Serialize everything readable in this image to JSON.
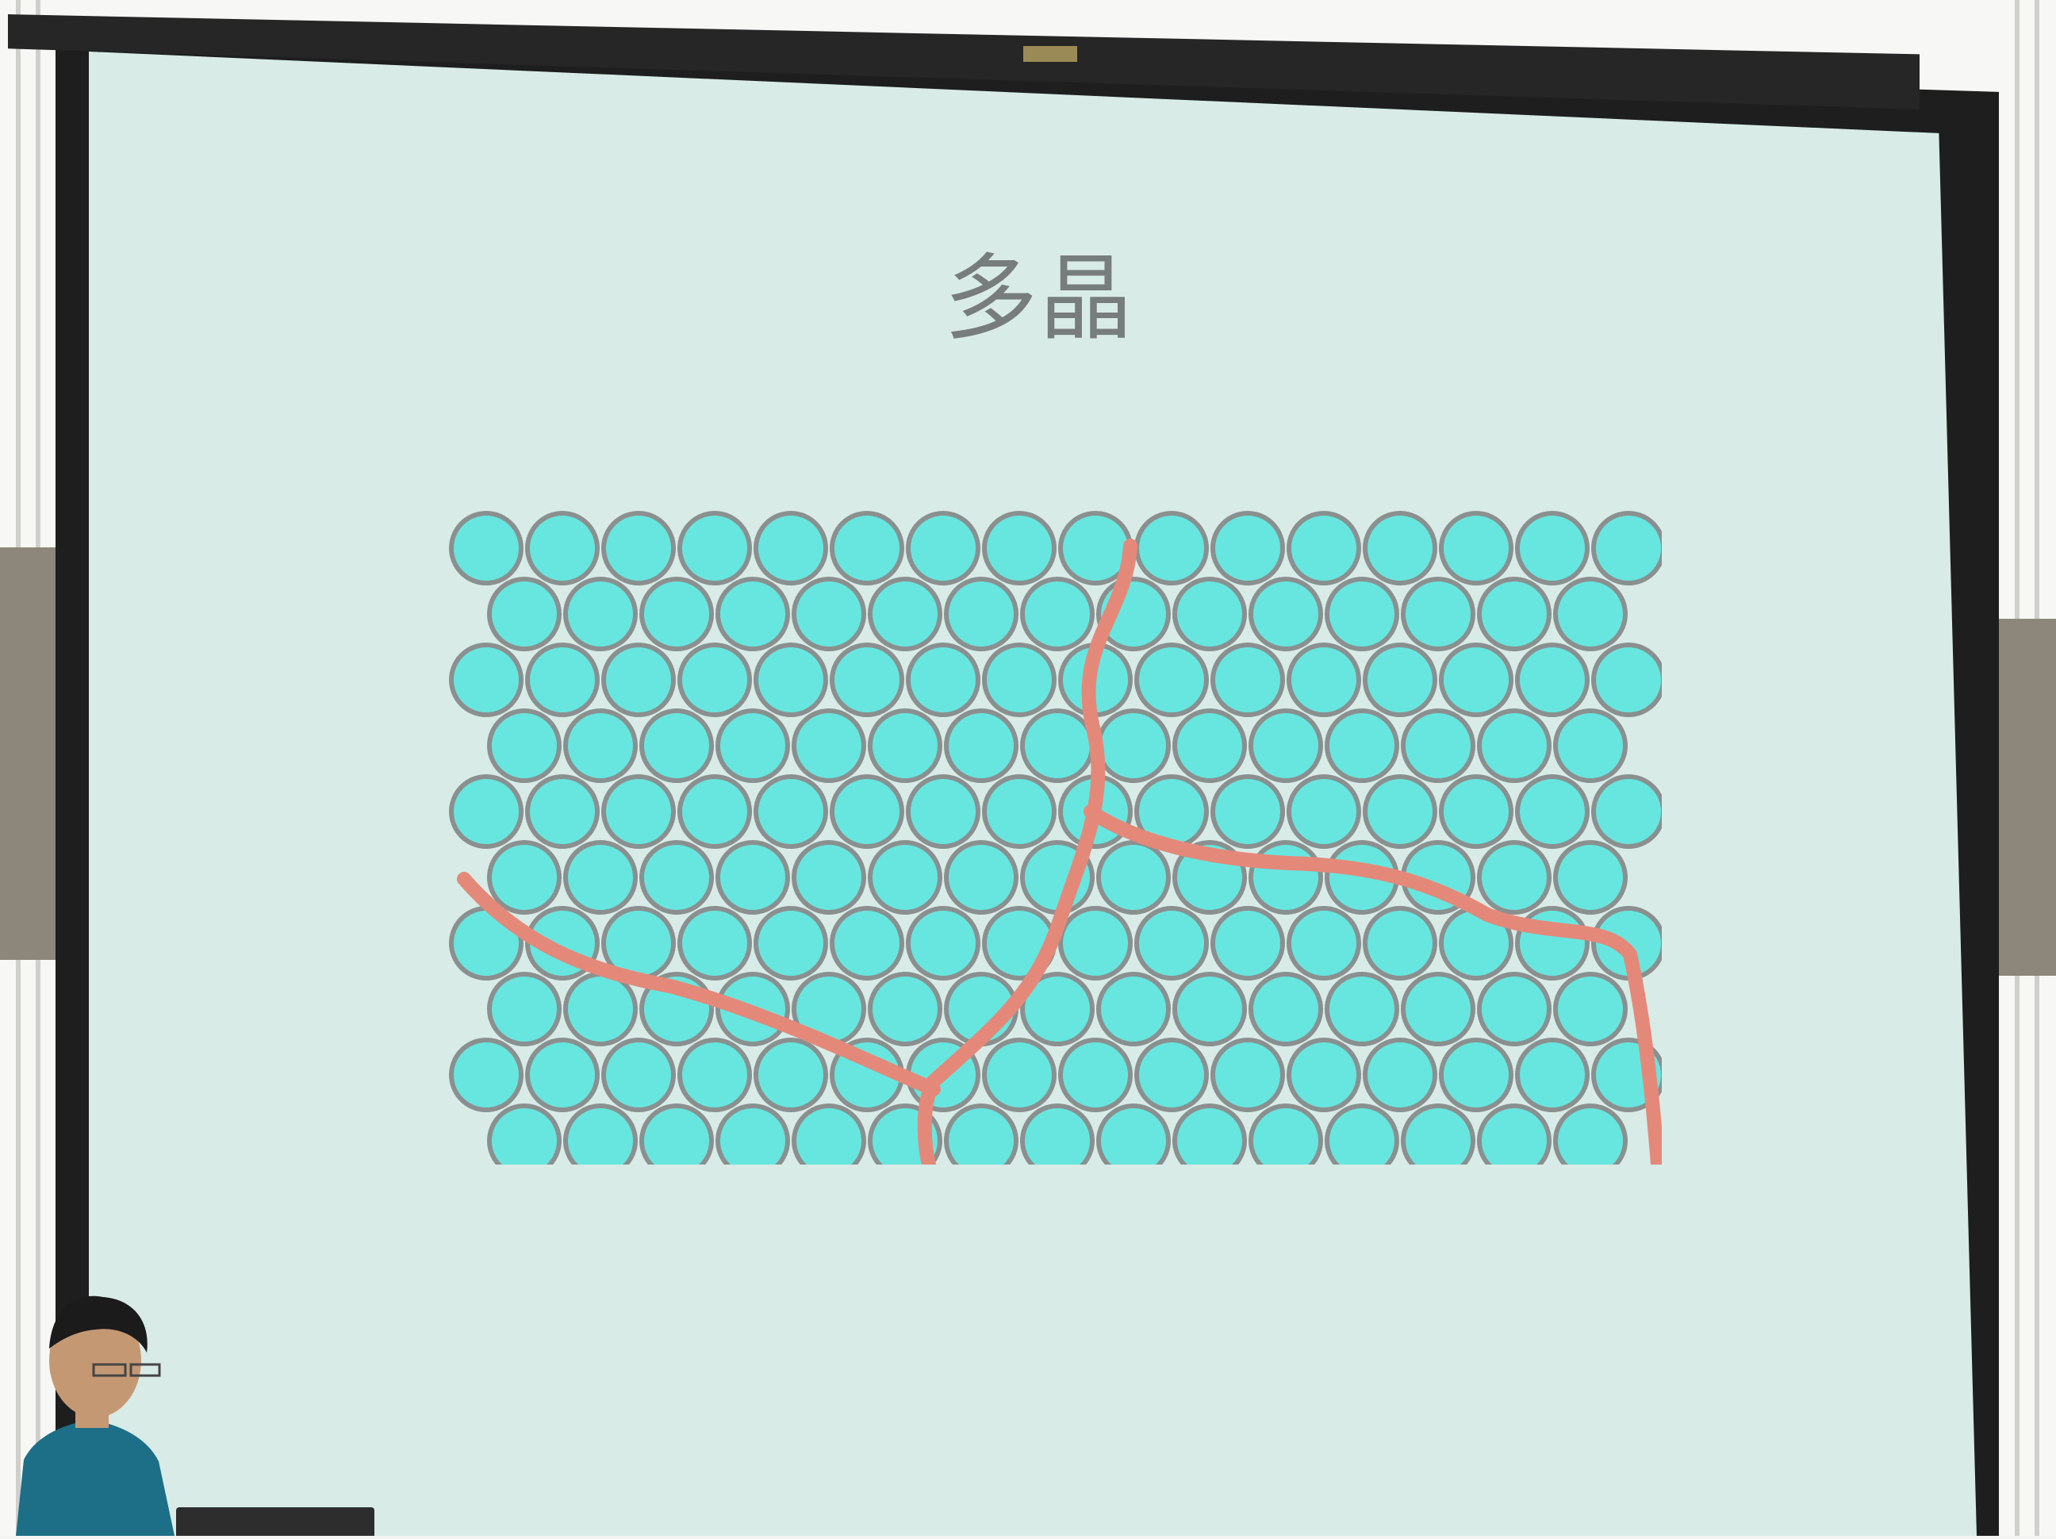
{
  "slide": {
    "title": "多晶",
    "diagram": {
      "description_type": "polycrystal-grain-diagram",
      "grain_fill_color": "#67e6df",
      "grain_outline_color": "#8a908f",
      "boundary_color": "#e4897a",
      "background_color": "#d8ebe7"
    }
  },
  "scene": {
    "presenter": "person-at-podium",
    "screen_frame_color": "#1e1e1e"
  }
}
